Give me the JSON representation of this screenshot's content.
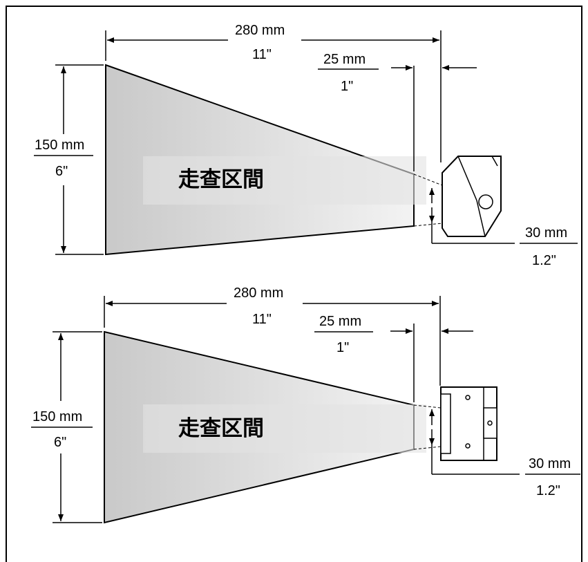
{
  "diagrams": [
    {
      "total_distance": {
        "mm": "280 mm",
        "in": "11\""
      },
      "offset": {
        "mm": "25 mm",
        "in": "1\""
      },
      "height": {
        "mm": "150 mm",
        "in": "6\""
      },
      "window": {
        "mm": "30 mm",
        "in": "1.2\""
      },
      "zone_label": "走查区間",
      "scanner_view": "angled"
    },
    {
      "total_distance": {
        "mm": "280 mm",
        "in": "11\""
      },
      "offset": {
        "mm": "25 mm",
        "in": "1\""
      },
      "height": {
        "mm": "150 mm",
        "in": "6\""
      },
      "window": {
        "mm": "30 mm",
        "in": "1.2\""
      },
      "zone_label": "走查区間",
      "scanner_view": "front"
    }
  ],
  "colors": {
    "zone_fill_light": "#f0f0f0",
    "zone_fill_dark": "#c8c8c8",
    "line": "#000000",
    "scanner_fill": "#ffffff"
  }
}
